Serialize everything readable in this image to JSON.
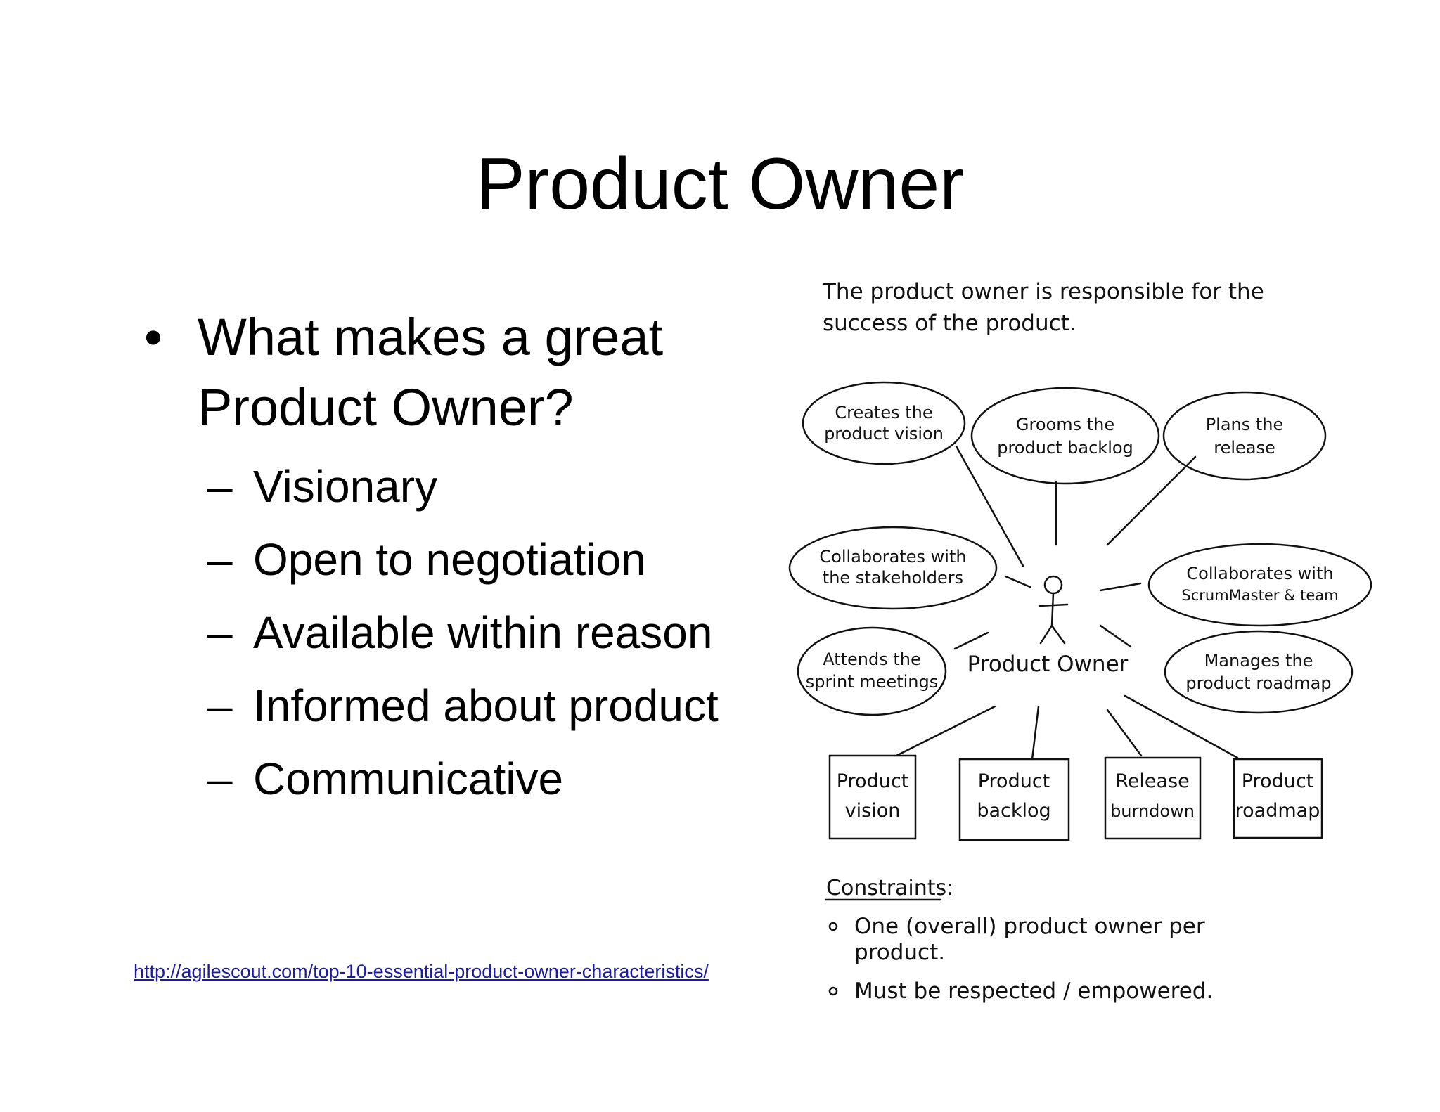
{
  "title": "Product Owner",
  "bullet": {
    "line1": "What makes a great",
    "line2": "Product Owner?",
    "marker": "•"
  },
  "qualities": [
    "Visionary",
    "Open to negotiation",
    "Available within reason",
    "Informed about product",
    "Communicative"
  ],
  "dash": "–",
  "source_url": "http://agilescout.com/top-10-essential-product-owner-characteristics/",
  "sketch": {
    "intro_line1": "The product owner is responsible for the",
    "intro_line2": "success of the product.",
    "center_label": "Product Owner",
    "bubbles": [
      [
        "Creates the",
        "product vision"
      ],
      [
        "Grooms the",
        "product backlog"
      ],
      [
        "Plans the",
        "release"
      ],
      [
        "Collaborates with",
        "the stakeholders"
      ],
      [
        "Collaborates with",
        "ScrumMaster & team"
      ],
      [
        "Attends the",
        "sprint meetings"
      ],
      [
        "Manages the",
        "product roadmap"
      ]
    ],
    "artifacts": [
      [
        "Product",
        "vision"
      ],
      [
        "Product",
        "backlog"
      ],
      [
        "Release",
        "burndown"
      ],
      [
        "Product",
        "roadmap"
      ]
    ],
    "constraints_title": "Constraints:",
    "constraint1_line1": "One (overall) product owner per",
    "constraint1_line2": "product.",
    "constraint2": "Must be respected / empowered."
  }
}
